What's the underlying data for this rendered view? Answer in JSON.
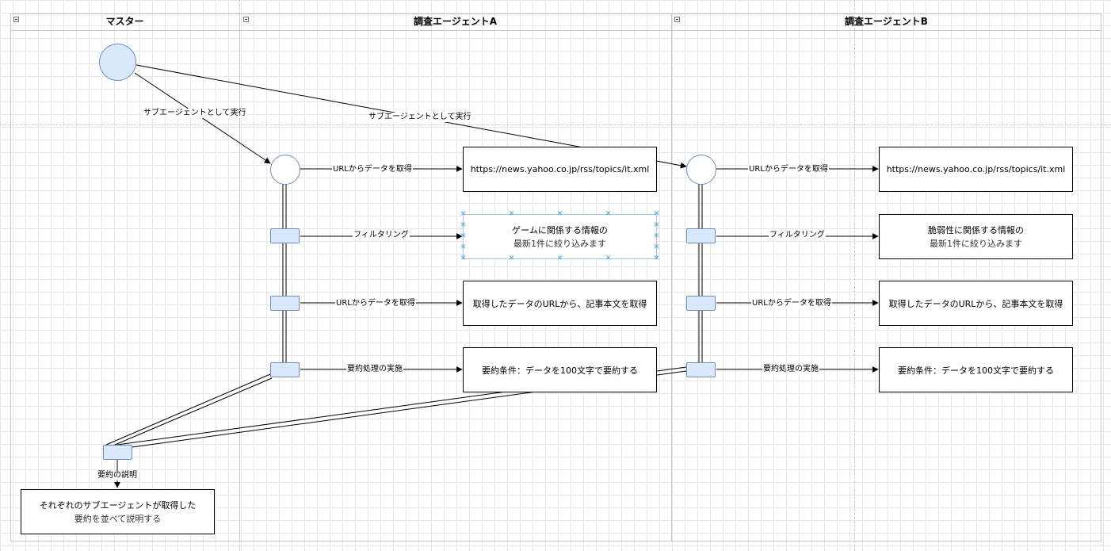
{
  "lanes": [
    {
      "title": "マスター"
    },
    {
      "title": "調査エージェントA"
    },
    {
      "title": "調査エージェントB"
    }
  ],
  "edge_labels": {
    "run_as_subagent_a": "サブエージェントとして実行",
    "run_as_subagent_b": "サブエージェントとして実行",
    "a_fetch_url": "URLからデータを取得",
    "a_filtering": "フィルタリング",
    "a_fetch_url_2": "URLからデータを取得",
    "a_summarize": "要約処理の実施",
    "b_fetch_url": "URLからデータを取得",
    "b_filtering": "フィルタリング",
    "b_fetch_url_2": "URLからデータを取得",
    "b_summarize": "要約処理の実施",
    "master_explain": "要約の説明"
  },
  "boxes": {
    "a_rss": {
      "line1": "https://news.yahoo.co.jp/rss/topics/it.xml"
    },
    "a_filter": {
      "line1": "ゲームに関係する情報の",
      "line2": "最新1件に絞り込みます"
    },
    "a_body": {
      "line1": "取得したデータのURLから、記事本文を取得"
    },
    "a_summary": {
      "line1": "要約条件：データを100文字で要約する"
    },
    "b_rss": {
      "line1": "https://news.yahoo.co.jp/rss/topics/it.xml"
    },
    "b_filter": {
      "line1": "脆弱性に関係する情報の",
      "line2": "最新1件に絞り込みます"
    },
    "b_body": {
      "line1": "取得したデータのURLから、記事本文を取得"
    },
    "b_summary": {
      "line1": "要約条件：データを100文字で要約する"
    },
    "master_result": {
      "line1": "それぞれのサブエージェントが取得した",
      "line2": "要約を並べて説明する"
    }
  },
  "colors": {
    "node_fill": "#dae8fc",
    "node_stroke": "#6c8ebf",
    "selection": "#3aa0e0"
  }
}
